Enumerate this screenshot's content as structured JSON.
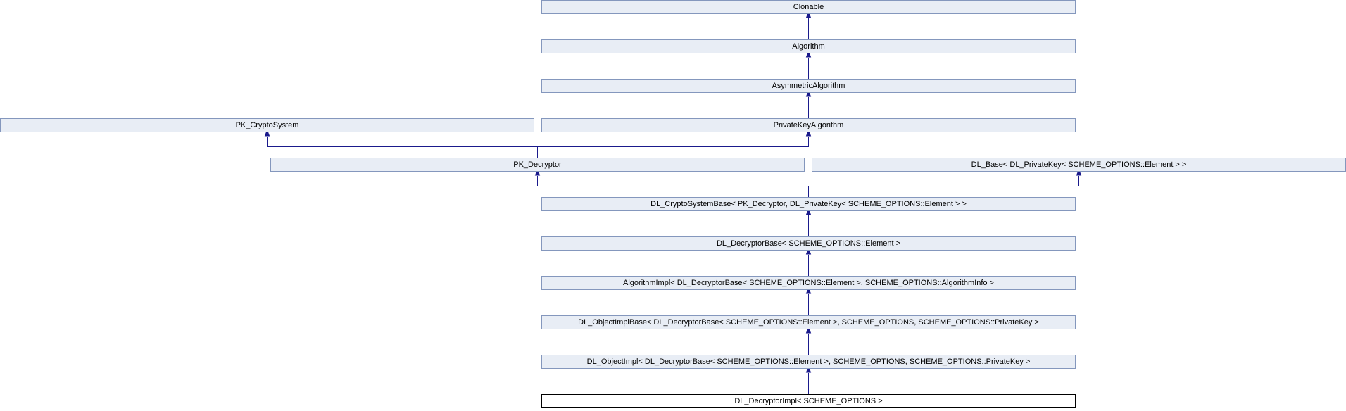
{
  "diagram": {
    "edge_color": "#1a1a8c",
    "node_fill": "#e8edf5",
    "node_border": "#8497bd",
    "current_node_fill": "#ffffff",
    "current_node_border": "#000000",
    "nodes": {
      "clonable": "Clonable",
      "algorithm": "Algorithm",
      "asymmetric_algorithm": "AsymmetricAlgorithm",
      "pk_cryptosystem": "PK_CryptoSystem",
      "private_key_algorithm": "PrivateKeyAlgorithm",
      "pk_decryptor": "PK_Decryptor",
      "dl_base": "DL_Base< DL_PrivateKey< SCHEME_OPTIONS::Element > >",
      "dl_cryptosystem_base": "DL_CryptoSystemBase< PK_Decryptor, DL_PrivateKey< SCHEME_OPTIONS::Element > >",
      "dl_decryptor_base": "DL_DecryptorBase< SCHEME_OPTIONS::Element >",
      "algorithm_impl": "AlgorithmImpl< DL_DecryptorBase< SCHEME_OPTIONS::Element >, SCHEME_OPTIONS::AlgorithmInfo >",
      "dl_object_impl_base": "DL_ObjectImplBase< DL_DecryptorBase< SCHEME_OPTIONS::Element >, SCHEME_OPTIONS, SCHEME_OPTIONS::PrivateKey >",
      "dl_object_impl": "DL_ObjectImpl< DL_DecryptorBase< SCHEME_OPTIONS::Element >, SCHEME_OPTIONS, SCHEME_OPTIONS::PrivateKey >",
      "dl_decryptor_impl": "DL_DecryptorImpl< SCHEME_OPTIONS >"
    }
  }
}
